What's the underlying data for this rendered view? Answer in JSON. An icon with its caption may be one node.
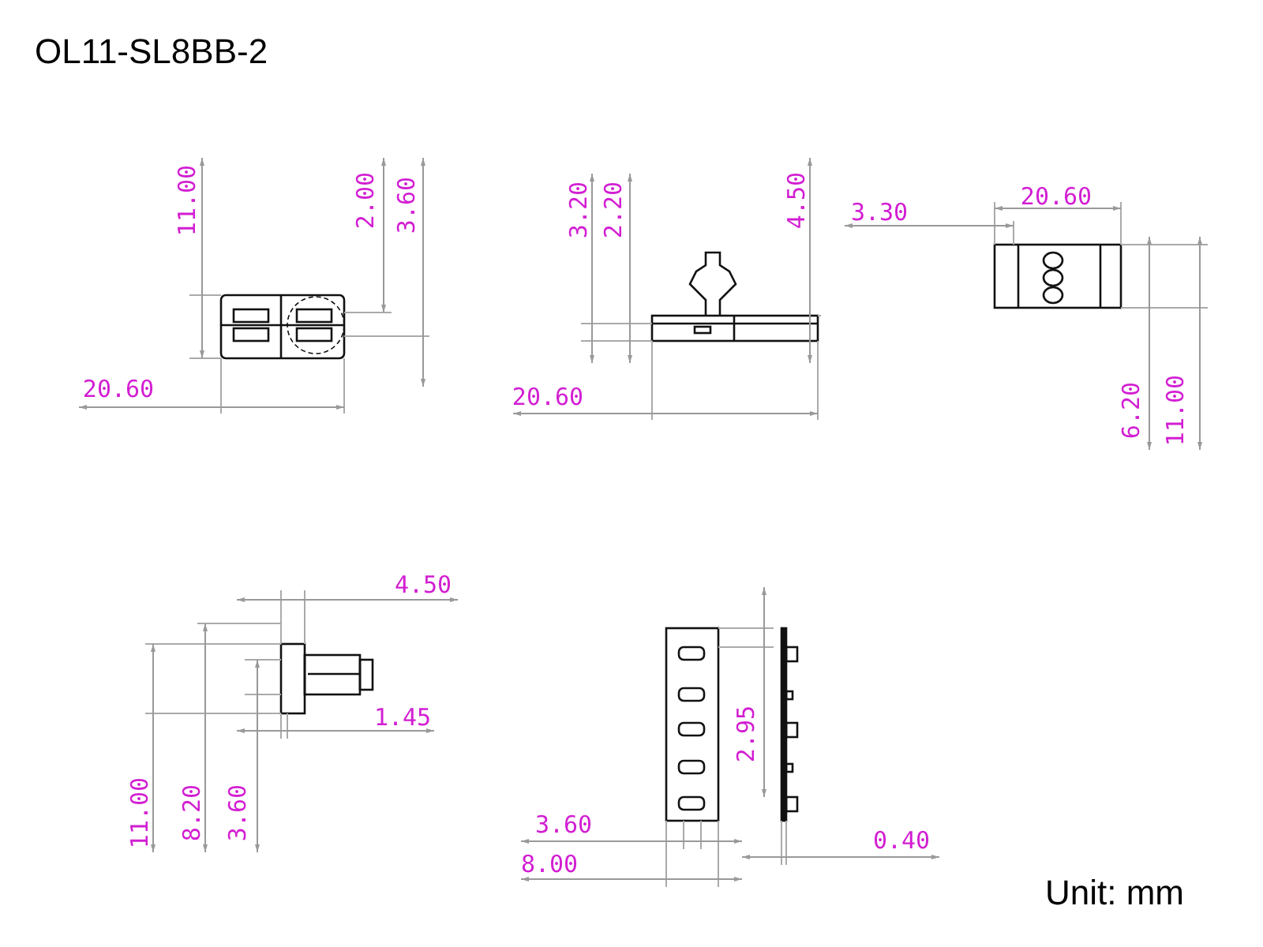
{
  "diagram": {
    "title": "OL11-SL8BB-2",
    "labels": [
      "11.00",
      "2.00",
      "3.60",
      "20.60",
      "3.20",
      "2.20",
      "4.50",
      "20.60",
      "3.30",
      "20.60",
      "6.20",
      "11.00",
      "4.50",
      "1.45",
      "11.00",
      "8.20",
      "3.60",
      "2.95",
      "3.60",
      "0.40",
      "8.00",
      "Unit: mm"
    ]
  }
}
